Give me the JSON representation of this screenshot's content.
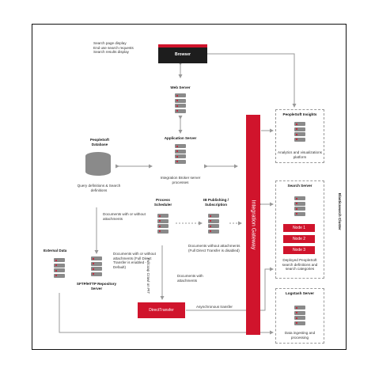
{
  "browser": {
    "label": "Browser",
    "notes": [
      "Search page display",
      "End use search requests",
      "Search results display"
    ]
  },
  "web_server": {
    "label": "Web Server"
  },
  "app_server": {
    "label": "Application Server",
    "note": "Integration Broker server processes"
  },
  "database": {
    "title": "PeopleSoft Database",
    "note": "Query definitions & Search definitions"
  },
  "process_scheduler": {
    "label": "Process Scheduler",
    "docs_note": "Documents with or without attachments"
  },
  "ib_pub": {
    "label": "IB Publishing / Subscription",
    "note": "Documents without attachments (Full Direct Transfer is disabled)"
  },
  "sftp": {
    "label": "SFTP/HTTP Repository Server",
    "note": "Documents with or without attachments (Full Direct Transfer is enabled - Default)"
  },
  "external": {
    "label": "External Data"
  },
  "direct_transfer": {
    "label": "DirectTransfer",
    "side_note": "Fullcoap Crawl on PIT",
    "docs_note": "Documents with attachments",
    "async": "Asynchronous transfer"
  },
  "gateway": {
    "label": "Integration Gateway"
  },
  "insights": {
    "label": "PeopleSoft Insights",
    "note": "Analytics and visualizations platform"
  },
  "search_server": {
    "label": "Search Server",
    "nodes": [
      "Node 1",
      "Node 2",
      "Node 3"
    ],
    "note": "Deployed PeopleSoft search definitions and search categories"
  },
  "cluster": {
    "label": "Elasticsearch Cluster"
  },
  "logstash": {
    "label": "Logstash Server",
    "note": "Data ingesting and processing"
  },
  "colors": {
    "accent": "#d0142c",
    "line": "#999999",
    "server": "#8a8a8a"
  }
}
